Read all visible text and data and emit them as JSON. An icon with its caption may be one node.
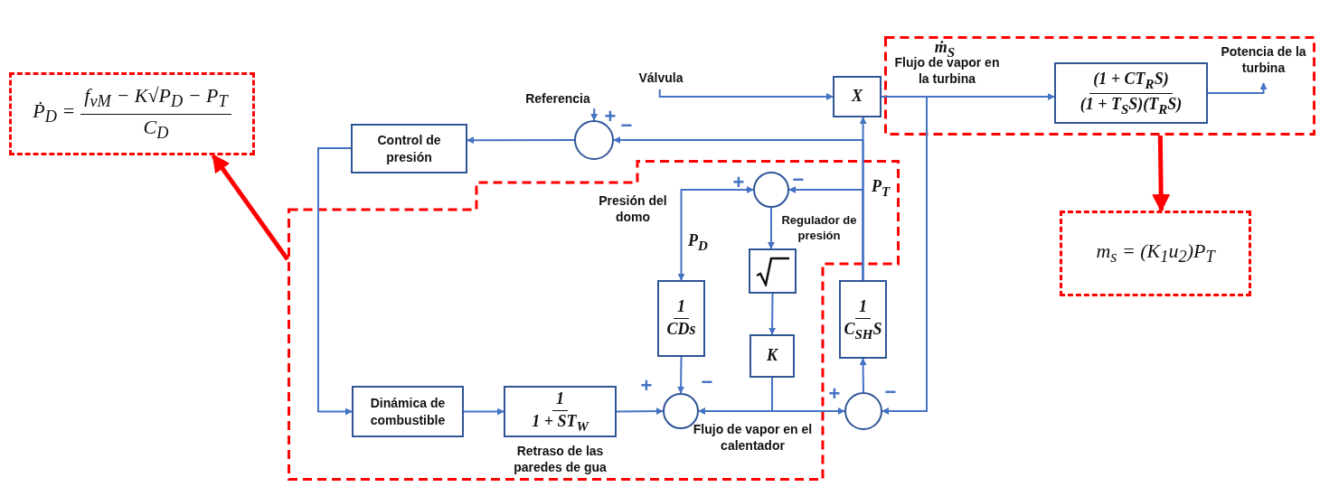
{
  "diagram": {
    "nodes": [
      {
        "text": [
          "Ṗ$_{D}$ =",
          "f$_{vM}$ − K√P$_{D}$ − P$_{T}$",
          "C$_{D}$"
        ]
      },
      {
        "text": [
          "Válvula"
        ]
      },
      {
        "text": [
          "X"
        ]
      },
      {
        "text": [],
        "shape": "box"
      },
      {
        "text": [
          "(1 + CT$_{R}$S)",
          "(1 + T$_{S}$S)(T$_{R}$S)"
        ],
        "in": 3
      },
      {
        "text": [
          "Potencia de la turbina"
        ],
        "in": 3
      },
      {
        "text": [
          "Referencia"
        ]
      },
      {
        "text": [],
        "shape": "circle"
      },
      {
        "text": [
          "Control de presión"
        ]
      },
      {
        "text": [],
        "shape": "box"
      },
      {
        "text": [],
        "shape": "circle",
        "in": 9
      },
      {
        "text": [],
        "shape": "box",
        "in": 9
      },
      {
        "text": [
          "1",
          "CDs"
        ],
        "in": 9
      },
      {
        "text": [
          "K"
        ],
        "in": 9
      },
      {
        "text": [
          "Dinámica de combustible"
        ],
        "in": 9
      },
      {
        "text": [
          "1",
          "1 + ST$_{W}$"
        ],
        "beside": [
          "Retraso de las paredes de gua"
        ],
        "in": 9
      },
      {
        "text": [],
        "shape": "circle",
        "in": 9
      },
      {
        "text": [
          "1",
          "C$_{SH}$S"
        ]
      },
      {
        "text": [],
        "shape": "circle"
      },
      {
        "text": [
          "m$_{s}$ = (K$_{1}$u$_{2}$)P$_{T}$"
        ]
      }
    ],
    "edges": [
      {
        "from": 1,
        "to": 2,
        "arrow": "to"
      },
      {
        "from": 2,
        "to": 4,
        "arrow": "to"
      },
      {
        "from": 4,
        "to": 5,
        "arrow": "to"
      },
      {
        "from": 2,
        "to": 18,
        "arrow": "to"
      },
      {
        "from": 6,
        "to": 7,
        "arrow": "to"
      },
      {
        "from": 7,
        "to": 8,
        "arrow": "to"
      },
      {
        "from": 17,
        "to": 2,
        "arrow": "to"
      },
      {
        "from": 17,
        "to": 7,
        "arrow": "to"
      },
      {
        "from": 17,
        "to": 10,
        "arrow": "to"
      },
      {
        "from": 8,
        "to": 14,
        "arrow": "to"
      },
      {
        "from": 14,
        "to": 15,
        "arrow": "to"
      },
      {
        "from": 15,
        "to": 16,
        "arrow": "to"
      },
      {
        "from": 10,
        "to": 12,
        "arrow": "both"
      },
      {
        "from": 10,
        "to": 11,
        "arrow": "to"
      },
      {
        "from": 11,
        "to": 13,
        "arrow": "to"
      },
      {
        "from": 13,
        "to": 16,
        "arrow": "to"
      },
      {
        "from": 13,
        "to": 18,
        "arrow": "to"
      },
      {
        "from": 12,
        "to": 16,
        "arrow": "to"
      },
      {
        "from": 18,
        "to": 17,
        "arrow": "to"
      },
      {
        "from": 3,
        "to": 19,
        "arrow": "to",
        "style": "thick",
        "color": "#ff0000"
      },
      {
        "from": 9,
        "to": 0,
        "arrow": "to",
        "style": "thick",
        "color": "#ff0000"
      }
    ],
    "labels": [
      "ṁ$_{S}$",
      "Flujo de vapor en la turbina",
      "+",
      "−",
      "+",
      "−",
      "P$_{T}$",
      "Presión del domo",
      "Regulador de presión",
      "P$_{D}$",
      "+",
      "−",
      "+",
      "−",
      "Flujo de vapor en el calentador"
    ]
  }
}
